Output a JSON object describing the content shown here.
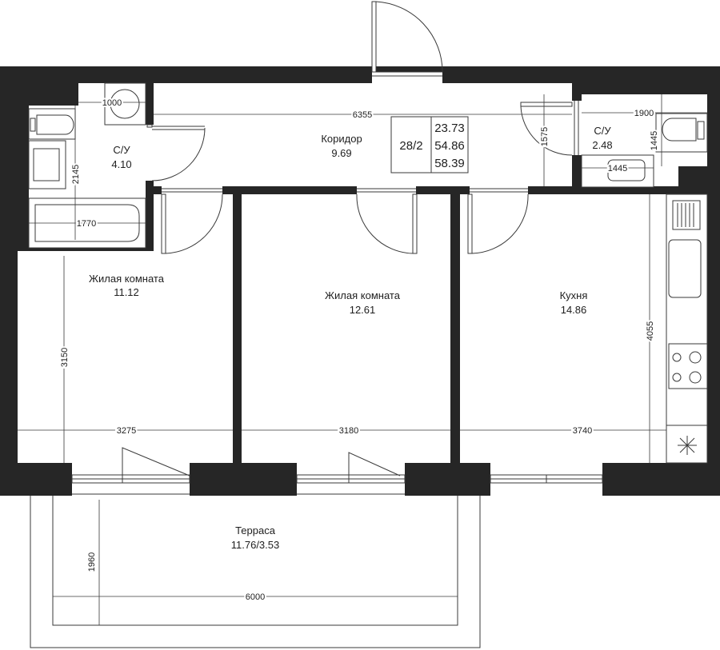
{
  "rooms": {
    "corridor": {
      "name": "Коридор",
      "area": "9.69"
    },
    "bath1": {
      "name": "С/У",
      "area": "4.10"
    },
    "bath2": {
      "name": "С/У",
      "area": "2.48"
    },
    "living1": {
      "name": "Жилая комната",
      "area": "11.12"
    },
    "living2": {
      "name": "Жилая комната",
      "area": "12.61"
    },
    "kitchen": {
      "name": "Кухня",
      "area": "14.86"
    },
    "terrace": {
      "name": "Терраса",
      "area": "11.76/3.53"
    }
  },
  "info": {
    "floor": "28/2",
    "living_area": "23.73",
    "total_area": "54.86",
    "total_with_terrace": "58.39"
  },
  "dims": {
    "d1000": "1000",
    "d6355": "6355",
    "d1900": "1900",
    "d1575": "1575",
    "d1445v": "1445",
    "d1445h": "1445",
    "d2145": "2145",
    "d1770": "1770",
    "d3150": "3150",
    "d3275": "3275",
    "d3180": "3180",
    "d3740": "3740",
    "d4055": "4055",
    "d1960": "1960",
    "d6000": "6000"
  }
}
